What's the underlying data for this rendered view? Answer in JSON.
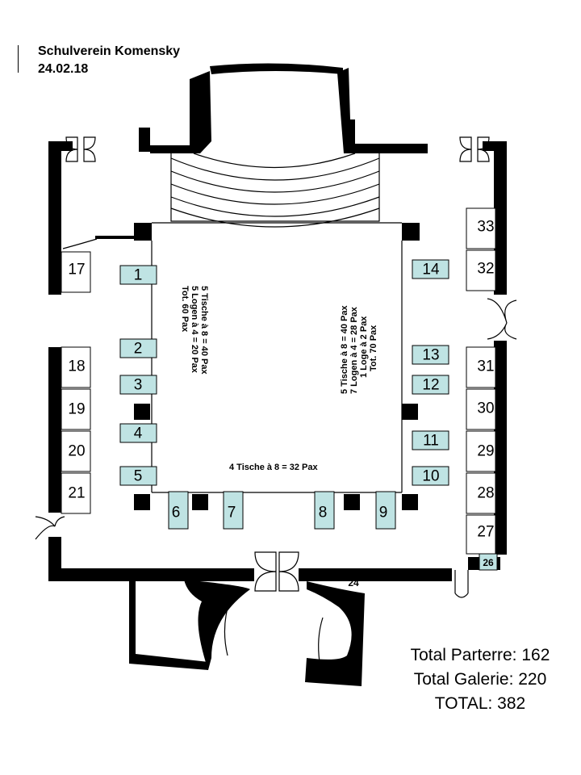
{
  "header": {
    "title": "Schulverein Komensky",
    "date": "24.02.18"
  },
  "tables": {
    "t1": "1",
    "t2": "2",
    "t3": "3",
    "t4": "4",
    "t5": "5",
    "t6": "6",
    "t7": "7",
    "t8": "8",
    "t9": "9",
    "t10": "10",
    "t11": "11",
    "t12": "12",
    "t13": "13",
    "t14": "14"
  },
  "loges": {
    "l17": "17",
    "l18": "18",
    "l19": "19",
    "l20": "20",
    "l21": "21",
    "l24": "24",
    "l26": "26",
    "l27": "27",
    "l28": "28",
    "l29": "29",
    "l30": "30",
    "l31": "31",
    "l32": "32",
    "l33": "33"
  },
  "notes": {
    "left_1": "5 Tische à 8 = 40 Pax",
    "left_2": "5 Logen à 4 = 20 Pax",
    "left_3": "Tot. 60 Pax",
    "right_1": "5 Tische à 8 = 40 Pax",
    "right_2": "7 Logen à 4 = 28 Pax",
    "right_3": "1 Loge à 2 Pax",
    "right_4": "Tot. 70 Pax",
    "bottom": "4 Tische à 8 = 32 Pax"
  },
  "totals": {
    "parterre": "Total Parterre: 162",
    "galerie": "Total Galerie: 220",
    "total": "TOTAL: 382"
  },
  "colors": {
    "table_fill": "#bfe3e3",
    "wall": "#000000"
  }
}
